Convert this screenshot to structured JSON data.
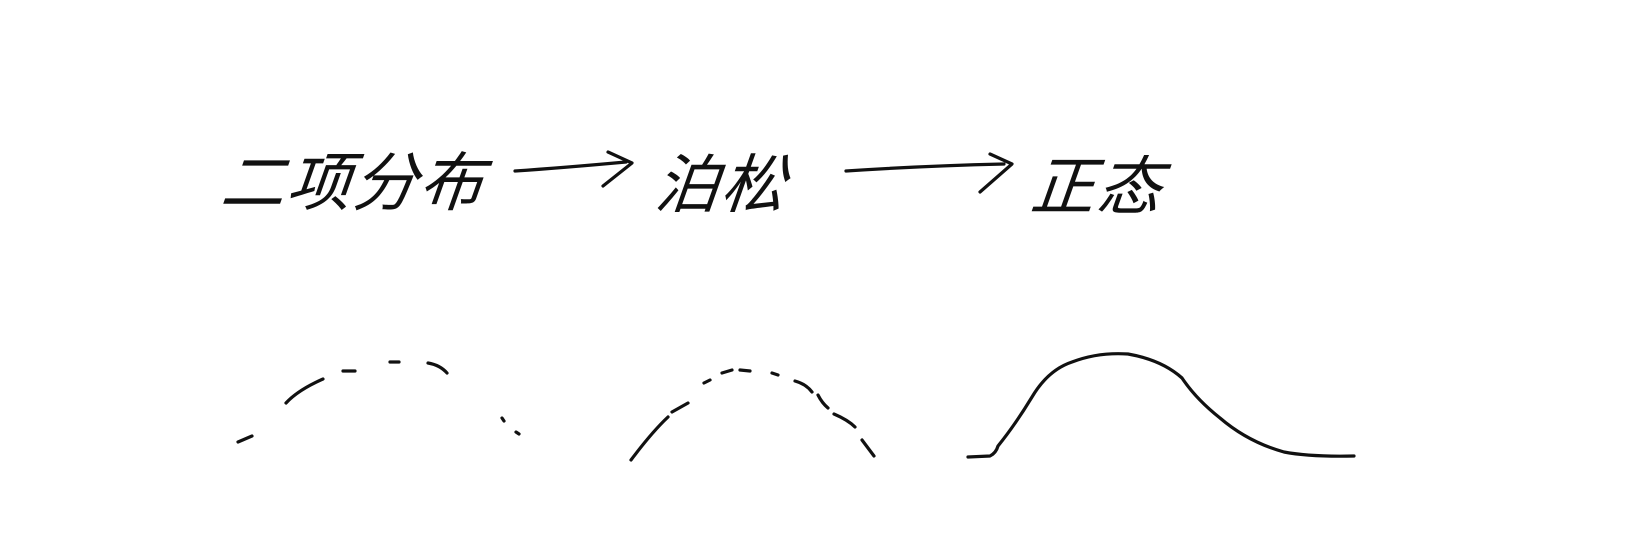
{
  "diagram": {
    "stages": [
      {
        "id": "binomial",
        "label": "二项分布",
        "curve_style": "sparse-dashed"
      },
      {
        "id": "poisson",
        "label": "泊松",
        "curve_style": "dashed"
      },
      {
        "id": "normal",
        "label": "正态",
        "curve_style": "solid"
      }
    ],
    "arrow_icon": "right-arrow-icon",
    "ink_color": "#111111",
    "background_color": "#ffffff"
  }
}
